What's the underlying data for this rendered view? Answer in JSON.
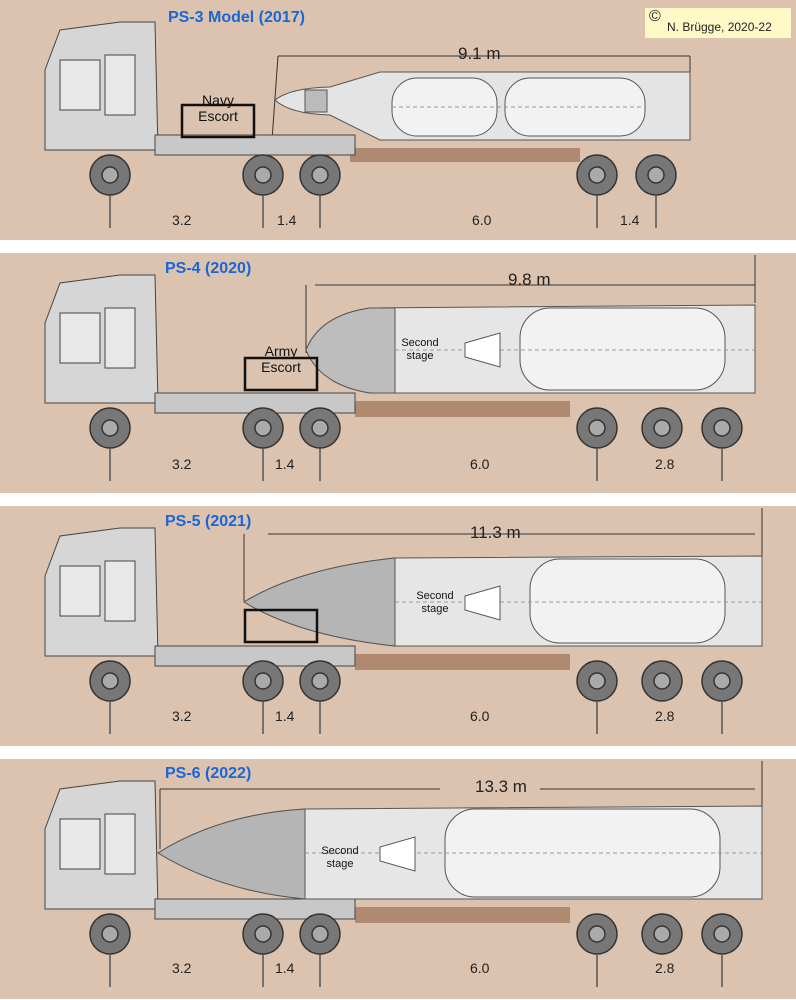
{
  "copyright": {
    "symbol": "©",
    "text": "N. Brügge, 2020-22"
  },
  "panels": [
    {
      "title": "PS-3 Model (2017)",
      "length": "9.1 m",
      "escort": [
        "Navy",
        "Escort"
      ],
      "dims": [
        "3.2",
        "1.4",
        "6.0",
        "1.4"
      ]
    },
    {
      "title": "PS-4 (2020)",
      "length": "9.8 m",
      "escort": [
        "Army",
        "Escort"
      ],
      "stage": [
        "Second",
        "stage"
      ],
      "dims": [
        "3.2",
        "1.4",
        "6.0",
        "2.8"
      ]
    },
    {
      "title": "PS-5 (2021)",
      "length": "11.3 m",
      "stage": [
        "Second",
        "stage"
      ],
      "dims": [
        "3.2",
        "1.4",
        "6.0",
        "2.8"
      ]
    },
    {
      "title": "PS-6 (2022)",
      "length": "13.3 m",
      "stage": [
        "Second",
        "stage"
      ],
      "dims": [
        "3.2",
        "1.4",
        "6.0",
        "2.8"
      ]
    }
  ]
}
